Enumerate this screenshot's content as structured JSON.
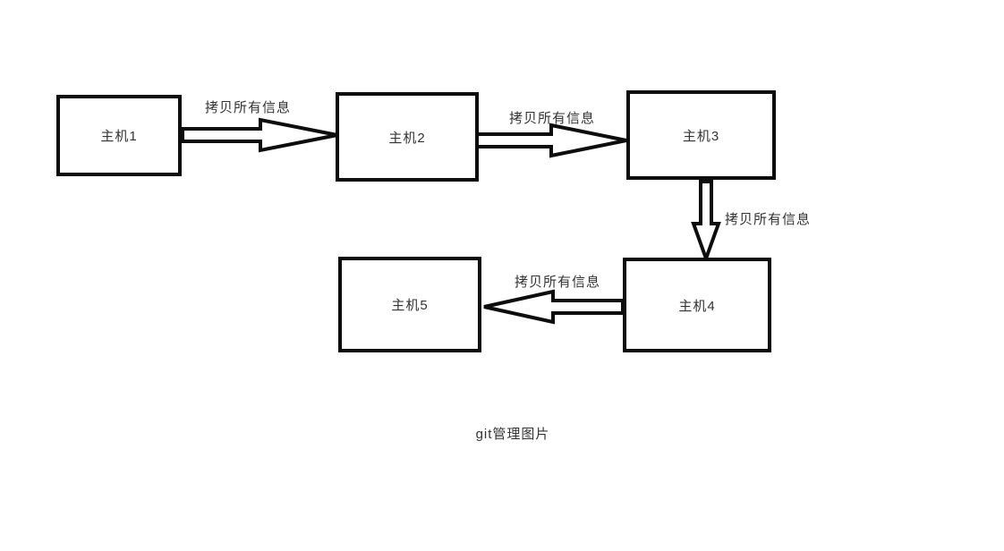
{
  "diagram": {
    "caption": "git管理图片",
    "nodes": [
      {
        "id": "host1",
        "label": "主机1"
      },
      {
        "id": "host2",
        "label": "主机2"
      },
      {
        "id": "host3",
        "label": "主机3"
      },
      {
        "id": "host4",
        "label": "主机4"
      },
      {
        "id": "host5",
        "label": "主机5"
      }
    ],
    "edges": [
      {
        "from": "host1",
        "to": "host2",
        "label": "拷贝所有信息",
        "direction": "right"
      },
      {
        "from": "host2",
        "to": "host3",
        "label": "拷贝所有信息",
        "direction": "right"
      },
      {
        "from": "host3",
        "to": "host4",
        "label": "拷贝所有信息",
        "direction": "down"
      },
      {
        "from": "host4",
        "to": "host5",
        "label": "拷贝所有信息",
        "direction": "left"
      }
    ],
    "colors": {
      "stroke": "#0d0d0d",
      "text": "#333333",
      "background": "#ffffff"
    }
  }
}
